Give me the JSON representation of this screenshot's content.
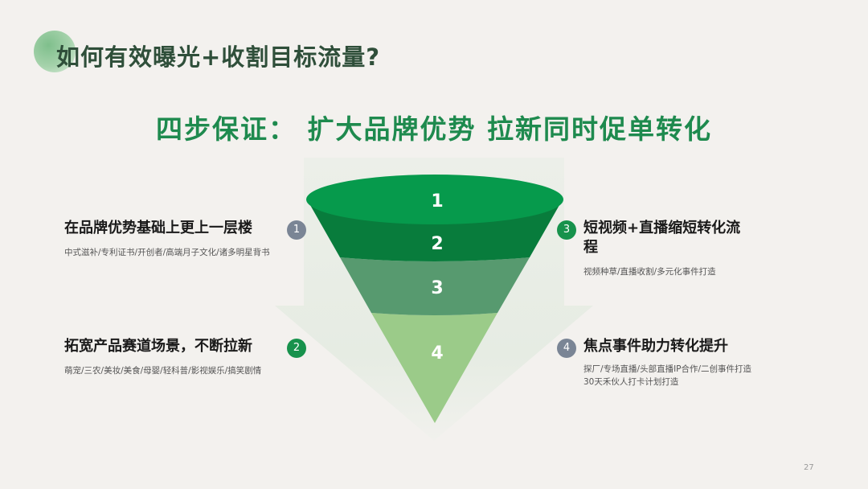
{
  "header": {
    "title": "如何有效曝光+收割目标流量?",
    "subtitle": "四步保证： 扩大品牌优势 拉新同时促单转化"
  },
  "funnel": {
    "levels": [
      {
        "label": "1",
        "color": "#069a4c"
      },
      {
        "label": "2",
        "color": "#087c3c"
      },
      {
        "label": "3",
        "color": "#579a6f"
      },
      {
        "label": "4",
        "color": "#9bcb89"
      }
    ]
  },
  "items": [
    {
      "number": "1",
      "badge_color": "#7a8595",
      "title": "在品牌优势基础上更上一层楼",
      "description": "中式滋补/专利证书/开创者/高端月子文化/诸多明星背书"
    },
    {
      "number": "2",
      "badge_color": "#17924c",
      "title": "拓宽产品赛道场景，不断拉新",
      "description": "萌宠/三农/美妆/美食/母婴/轻科普/影视娱乐/搞笑剧情"
    },
    {
      "number": "3",
      "badge_color": "#17924c",
      "title_line1": "短视频+直播缩短转化流",
      "title_line2": "程",
      "description": "视频种草/直播收割/多元化事件打造"
    },
    {
      "number": "4",
      "badge_color": "#7a8595",
      "title": "焦点事件助力转化提升",
      "description_line1": "探厂/专场直播/头部直播IP合作/二创事件打造",
      "description_line2": "30天禾伙人打卡计划打造"
    }
  ],
  "footer": {
    "page_number": "27"
  }
}
